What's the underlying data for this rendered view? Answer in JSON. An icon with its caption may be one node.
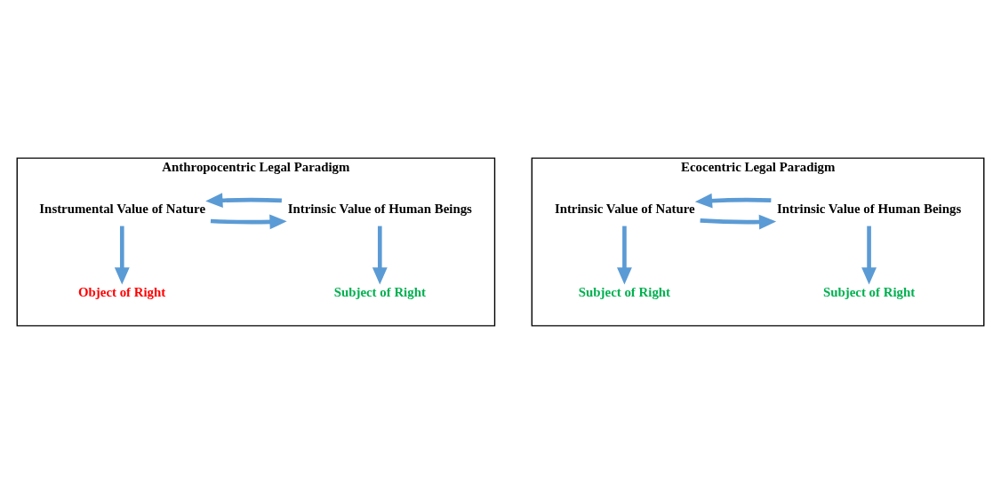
{
  "diagram": {
    "nodes": [
      {
        "text": [
          "Anthropocentric Legal Paradigm"
        ]
      },
      {
        "text": [
          "Intrinsic Value of Human Beings"
        ],
        "in": 0
      },
      {
        "text": [
          "Instrumental Value of Nature"
        ],
        "in": 0
      },
      {
        "text": [
          "Subject of Right"
        ],
        "in": 0
      },
      {
        "text": [
          "Object of Right"
        ],
        "in": 0
      },
      {
        "text": [
          "Ecocentric Legal Paradigm"
        ]
      },
      {
        "text": [
          "Intrinsic Value of Human Beings"
        ],
        "in": 5
      },
      {
        "text": [
          "Intrinsic Value of Nature"
        ],
        "in": 5
      },
      {
        "text": [
          "Subject of Right"
        ],
        "in": 5
      },
      {
        "text": [
          "Subject of Right"
        ],
        "in": 5
      }
    ],
    "edges": [
      {
        "from": 2,
        "to": 1,
        "arrow": "to"
      },
      {
        "from": 1,
        "to": 2,
        "arrow": "to"
      },
      {
        "from": 1,
        "to": 3,
        "arrow": "to"
      },
      {
        "from": 2,
        "to": 4,
        "arrow": "to"
      },
      {
        "from": 7,
        "to": 6,
        "arrow": "to"
      },
      {
        "from": 6,
        "to": 7,
        "arrow": "to"
      },
      {
        "from": 6,
        "to": 8,
        "arrow": "to"
      },
      {
        "from": 7,
        "to": 9,
        "arrow": "to"
      }
    ]
  }
}
